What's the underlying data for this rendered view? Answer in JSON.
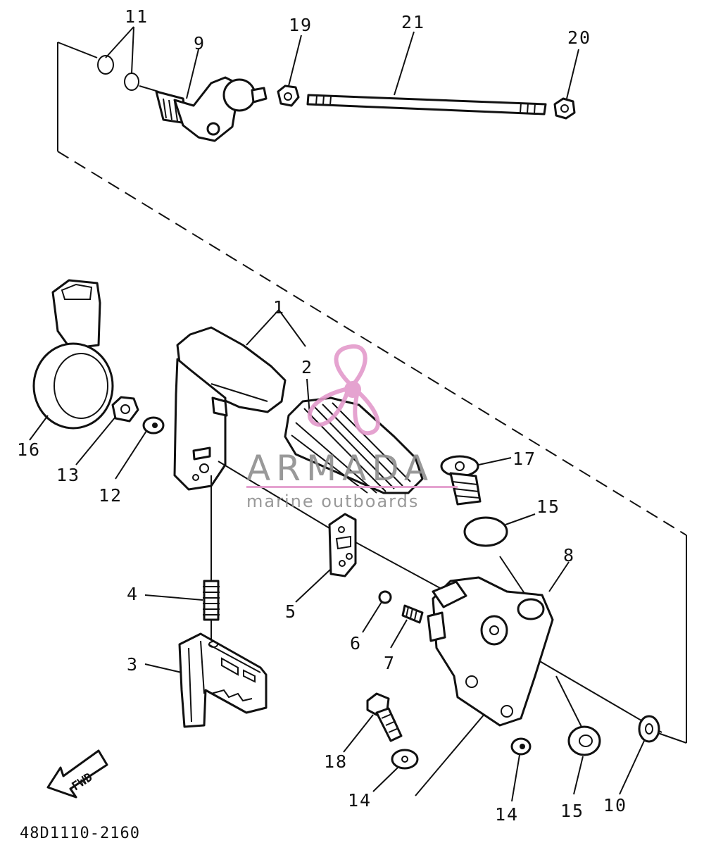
{
  "diagram": {
    "catalog_code": "48D1110-2160",
    "fwd_label": "FWD",
    "callouts": {
      "c1": "1",
      "c2": "2",
      "c3": "3",
      "c4": "4",
      "c5": "5",
      "c6": "6",
      "c7": "7",
      "c8": "8",
      "c9": "9",
      "c10": "10",
      "c11": "11",
      "c12": "12",
      "c13": "13",
      "c14a": "14",
      "c14b": "14",
      "c15a": "15",
      "c15b": "15",
      "c16": "16",
      "c17": "17",
      "c18": "18",
      "c19": "19",
      "c20": "20",
      "c21": "21"
    }
  },
  "watermark": {
    "brand": "ARMADA",
    "tagline": "marine outboards",
    "accent_color": "#e39acb",
    "text_color": "#8e8e8e"
  }
}
